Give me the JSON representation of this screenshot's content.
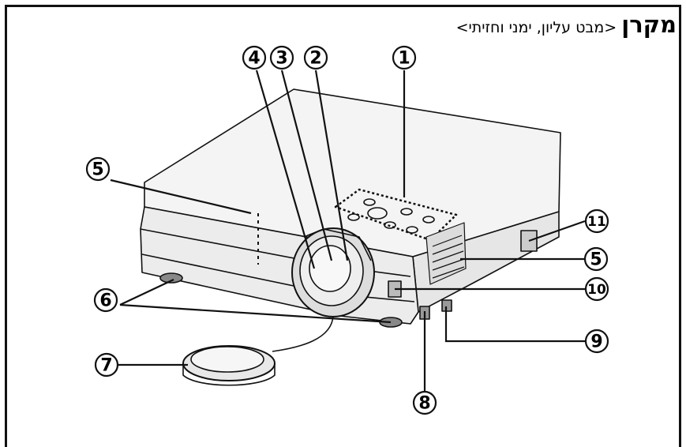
{
  "title": {
    "main": "מקרן",
    "sub": "<מבט עליון, ימני וחזיתי>"
  },
  "callouts": [
    "1",
    "2",
    "3",
    "4",
    "5",
    "5",
    "6",
    "7",
    "8",
    "9",
    "10",
    "11"
  ],
  "colors": {
    "line": "#111111",
    "fill_top": "#f2f2f2",
    "fill_body": "#e9e9e9",
    "lens": "#dcdcdc"
  }
}
